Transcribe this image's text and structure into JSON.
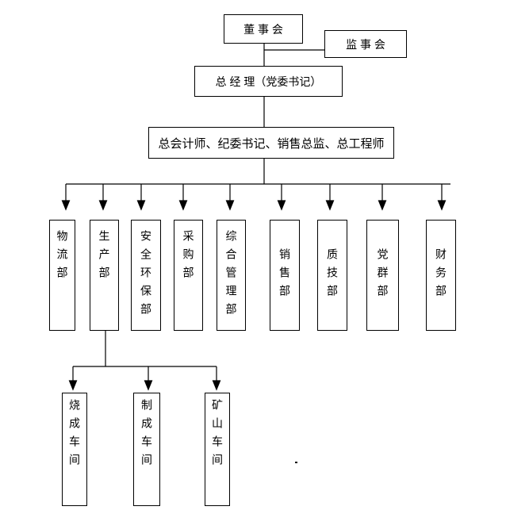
{
  "org_chart": {
    "background_color": "#ffffff",
    "line_color": "#000000",
    "border_color": "#000000",
    "text_color": "#000000",
    "board": {
      "label": "董 事 会"
    },
    "supervisory": {
      "label": "监 事 会"
    },
    "general_manager": {
      "label": "总 经 理（党委书记）"
    },
    "senior_staff": {
      "label": "总会计师、纪委书记、销售总监、总工程师"
    },
    "departments": [
      {
        "label": "物流部"
      },
      {
        "label": "生产部"
      },
      {
        "label": "安全环保部"
      },
      {
        "label": "采购部"
      },
      {
        "label": "综合管理部"
      },
      {
        "label": "销售部"
      },
      {
        "label": "质技部"
      },
      {
        "label": "党群部"
      },
      {
        "label": "财务部"
      }
    ],
    "workshops": [
      {
        "label": "烧成车间",
        "parent": "生产部"
      },
      {
        "label": "制成车间",
        "parent": "生产部"
      },
      {
        "label": "矿山车间",
        "parent": "生产部"
      }
    ],
    "stray_mark": "·"
  }
}
